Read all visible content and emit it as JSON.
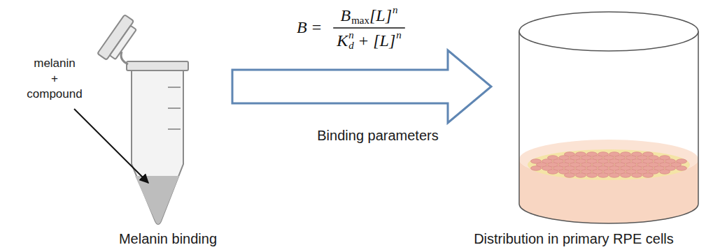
{
  "diagram": {
    "labels": [
      "B",
      "=",
      "B",
      "max",
      "[L]",
      "n",
      "K",
      "d",
      "n",
      "+",
      "[L]",
      "n",
      "melanin + compound",
      "Binding parameters",
      "Melanin binding",
      "Distribution in primary RPE cells"
    ]
  }
}
